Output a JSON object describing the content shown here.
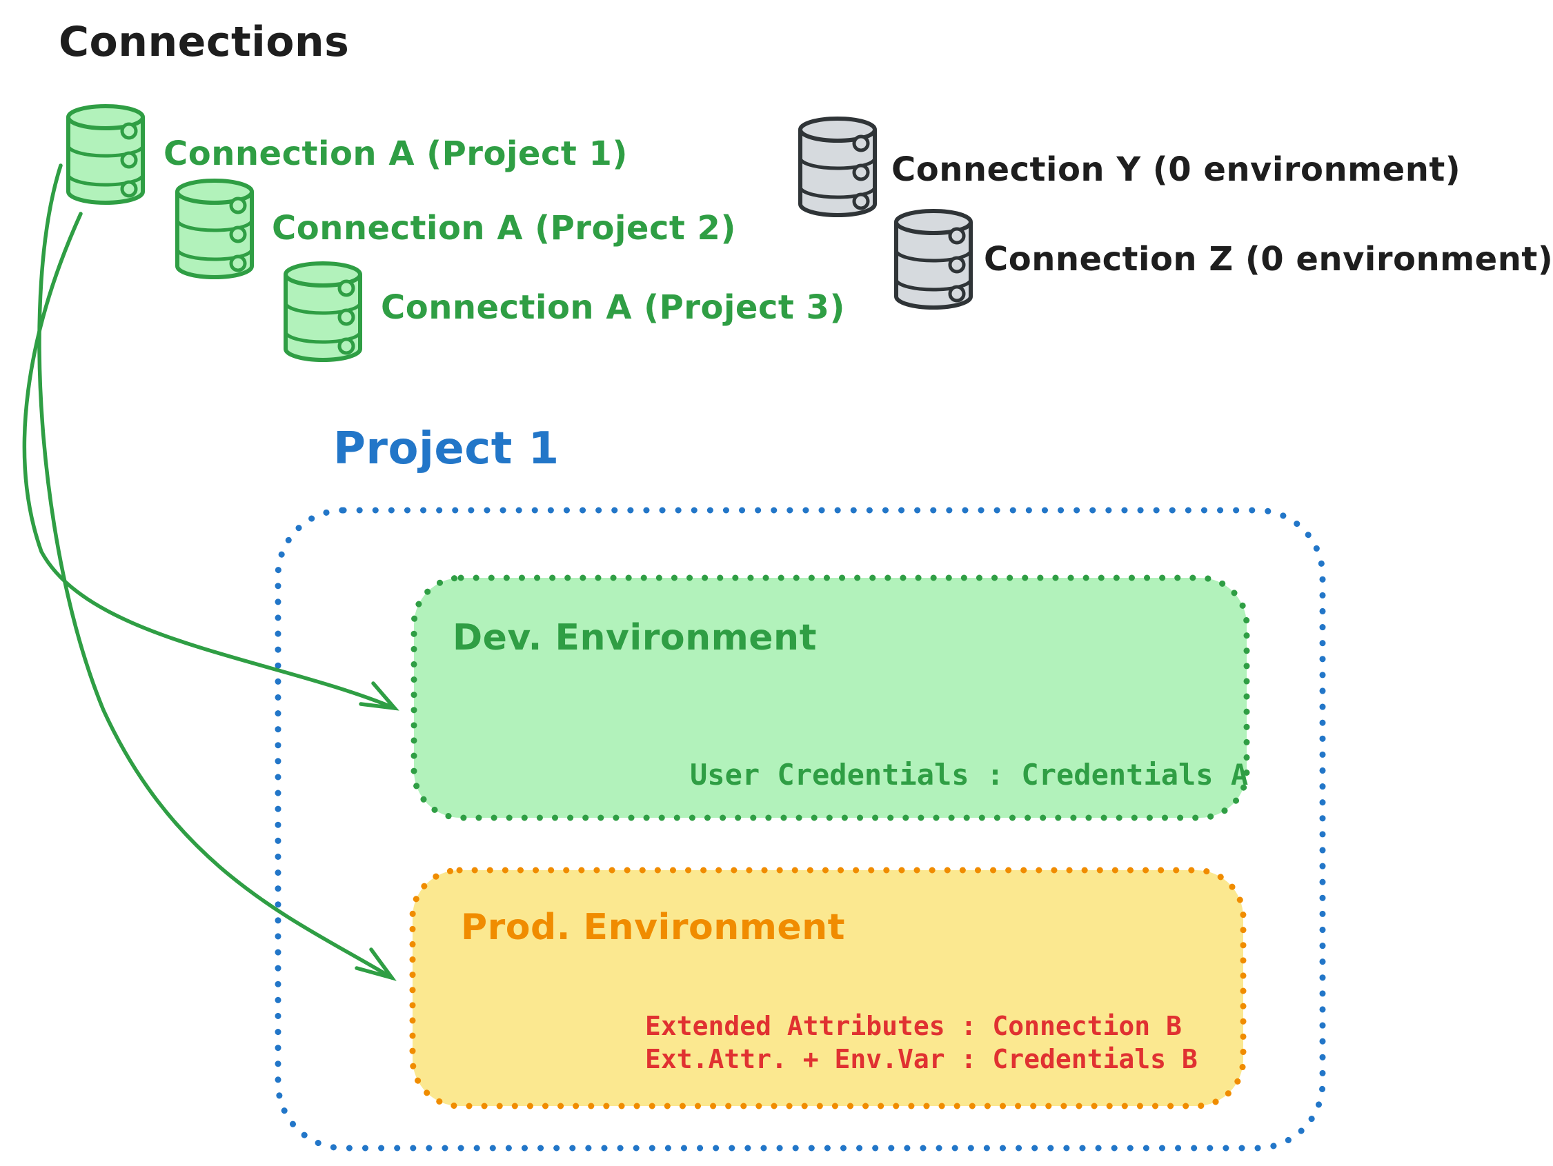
{
  "title": "Connections",
  "connections": {
    "green": [
      {
        "label": "Connection A (Project 1)",
        "icon": "database-icon"
      },
      {
        "label": "Connection A (Project 2)",
        "icon": "database-icon"
      },
      {
        "label": "Connection A (Project 3)",
        "icon": "database-icon"
      }
    ],
    "gray": [
      {
        "label": "Connection Y (0 environment)",
        "icon": "database-icon"
      },
      {
        "label": "Connection Z (0 environment)",
        "icon": "database-icon"
      }
    ]
  },
  "project": {
    "title": "Project 1",
    "environments": [
      {
        "name": "Dev. Environment",
        "credentials": [
          "User Credentials : Credentials A"
        ]
      },
      {
        "name": "Prod. Environment",
        "credentials": [
          "Extended Attributes : Connection B",
          "Ext.Attr. + Env.Var : Credentials B"
        ]
      }
    ]
  },
  "colors": {
    "green_stroke": "#2f9e44",
    "green_fill": "#b2f2bb",
    "orange_stroke": "#f08c00",
    "orange_fill": "#fbe890",
    "blue_stroke": "#2276c8",
    "red_text": "#e03131",
    "black_text": "#1e1e1e",
    "gray_db_stroke": "#2f3437",
    "gray_db_fill": "#d6dade"
  }
}
